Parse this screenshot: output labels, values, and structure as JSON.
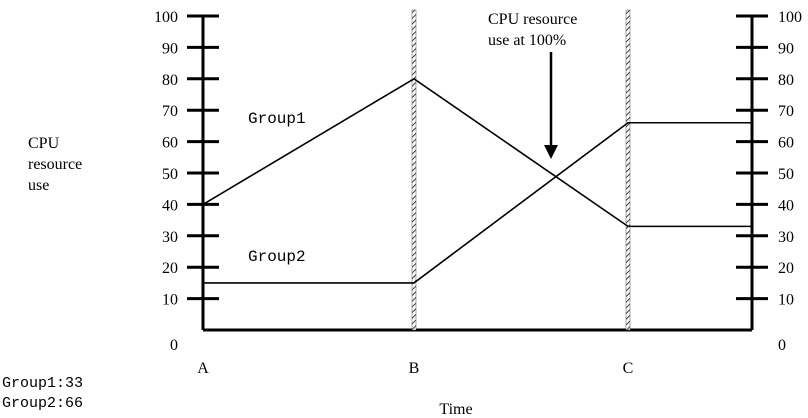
{
  "chart_data": {
    "type": "line",
    "title": "",
    "xlabel": "Time",
    "ylabel": "CPU\nresource\nuse",
    "ylim": [
      0,
      100
    ],
    "yticks": [
      0,
      10,
      20,
      30,
      40,
      50,
      60,
      70,
      80,
      90,
      100
    ],
    "x_categories": [
      "A",
      "B",
      "C"
    ],
    "grid": false,
    "series": [
      {
        "name": "Group1",
        "points": [
          {
            "x": "A",
            "y": 40
          },
          {
            "x": "B",
            "y": 80
          },
          {
            "x": "C",
            "y": 33
          },
          {
            "x": "end",
            "y": 33
          }
        ]
      },
      {
        "name": "Group2",
        "points": [
          {
            "x": "A",
            "y": 15
          },
          {
            "x": "B",
            "y": 15
          },
          {
            "x": "C",
            "y": 66
          },
          {
            "x": "end",
            "y": 66
          }
        ]
      }
    ],
    "annotations": [
      {
        "text": "CPU resource\nuse at 100%",
        "points_to": {
          "y": 50
        }
      }
    ],
    "legend": [
      {
        "label": "Group1:",
        "value": "33"
      },
      {
        "label": "Group2:",
        "value": "66"
      }
    ]
  }
}
